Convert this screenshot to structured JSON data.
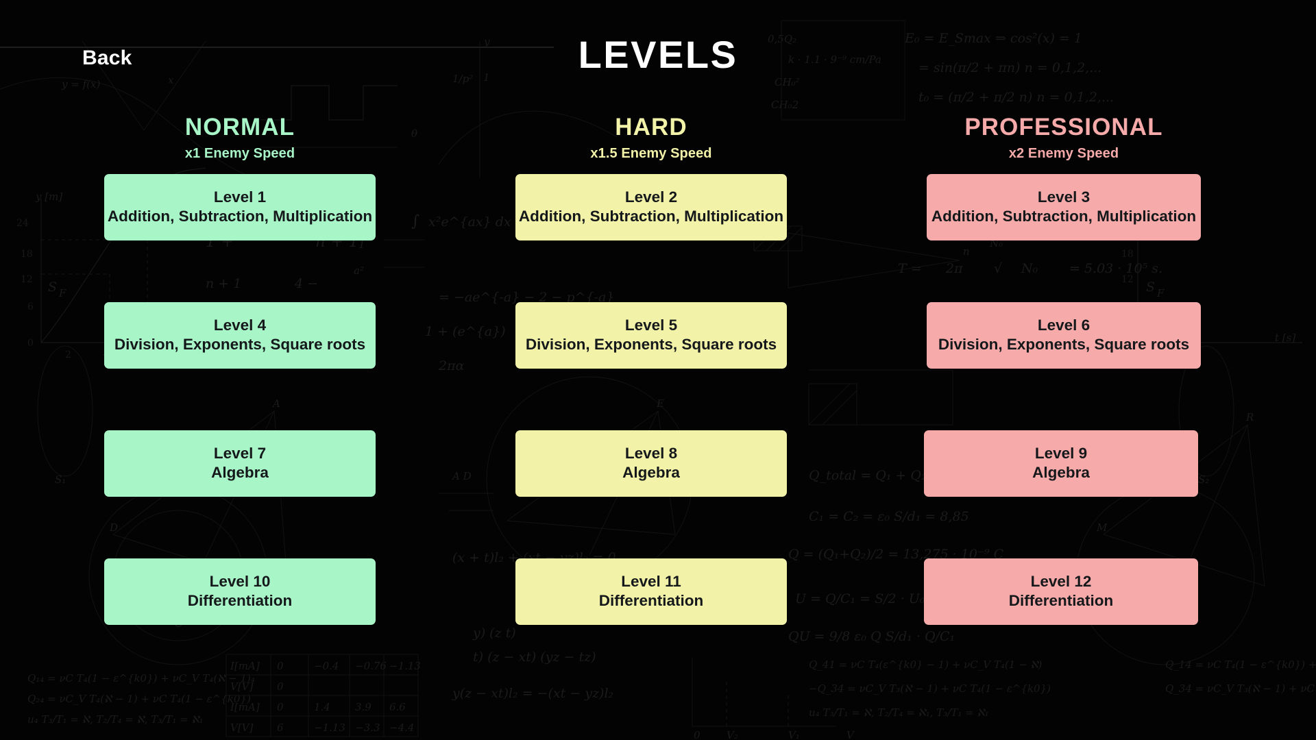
{
  "header": {
    "back_label": "Back",
    "title": "LEVELS"
  },
  "colors": {
    "background": "#030303",
    "title_text": "#ffffff",
    "normal": "#a8f5c8",
    "hard": "#f2f2a8",
    "professional": "#f7aaaa",
    "card_text": "#15181a"
  },
  "columns": [
    {
      "name": "normal",
      "title": "NORMAL",
      "subtitle": "x1 Enemy Speed",
      "color": "#a8f5c8",
      "levels": [
        {
          "name": "Level 1",
          "topics": "Addition, Subtraction, Multiplication"
        },
        {
          "name": "Level 4",
          "topics": "Division, Exponents, Square roots"
        },
        {
          "name": "Level 7",
          "topics": "Algebra"
        },
        {
          "name": "Level 10",
          "topics": "Differentiation"
        }
      ]
    },
    {
      "name": "hard",
      "title": "HARD",
      "subtitle": "x1.5 Enemy Speed",
      "color": "#f2f2a8",
      "levels": [
        {
          "name": "Level 2",
          "topics": "Addition, Subtraction, Multiplication"
        },
        {
          "name": "Level 5",
          "topics": "Division, Exponents, Square roots"
        },
        {
          "name": "Level 8",
          "topics": "Algebra"
        },
        {
          "name": "Level 11",
          "topics": "Differentiation"
        }
      ]
    },
    {
      "name": "professional",
      "title": "PROFESSIONAL",
      "subtitle": "x2 Enemy Speed",
      "color": "#f7aaaa",
      "levels": [
        {
          "name": "Level 3",
          "topics": "Addition, Subtraction, Multiplication"
        },
        {
          "name": "Level 6",
          "topics": "Division, Exponents, Square roots"
        },
        {
          "name": "Level 9",
          "topics": "Algebra"
        },
        {
          "name": "Level 12",
          "topics": "Differentiation"
        }
      ]
    }
  ]
}
